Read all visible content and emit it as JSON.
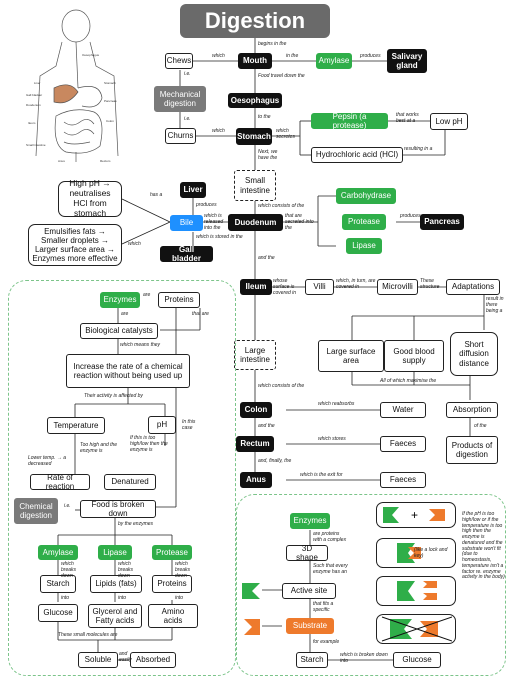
{
  "title": "Digestion",
  "nodes": {
    "mouth": "Mouth",
    "amylase_top": "Amylase",
    "salivary": "Salivary gland",
    "chews": "Chews",
    "mech": "Mechanical digestion",
    "oesophagus": "Oesophagus",
    "churns": "Churns",
    "stomach": "Stomach",
    "pepsin": "Pepsin (a protease)",
    "lowph": "Low pH",
    "hcl": "Hydrochloric acid (HCl)",
    "small_int": "Small intestine",
    "liver": "Liver",
    "bile": "Bile",
    "duodenum": "Duodenum",
    "gall": "Gall bladder",
    "carbo": "Carbohydrase",
    "protease_top": "Protease",
    "lipase_top": "Lipase",
    "pancreas": "Pancreas",
    "highph": "High pH → neutralises HCl from stomach",
    "emulsify": "Emulsifies fats → Smaller droplets → Larger surface area → Enzymes more effective",
    "ileum": "Ileum",
    "villi": "Villi",
    "microvilli": "Microvilli",
    "adapt": "Adaptations",
    "large_sa": "Large surface area",
    "blood": "Good blood supply",
    "short_diff": "Short diffusion distance",
    "large_int": "Large intestine",
    "colon": "Colon",
    "water": "Water",
    "absorption": "Absorption",
    "rectum": "Rectum",
    "faeces1": "Faeces",
    "products": "Products of digestion",
    "anus": "Anus",
    "faeces2": "Faeces",
    "enzymes_l": "Enzymes",
    "proteins_l": "Proteins",
    "bio_cat": "Biological catalysts",
    "increase": "Increase the rate of a chemical reaction without being used up",
    "temp": "Temperature",
    "ph": "pH",
    "rate": "Rate of reaction",
    "denatured": "Denatured",
    "chem_dig": "Chemical digestion",
    "food_broken": "Food is broken down",
    "amylase_b": "Amylase",
    "lipase_b": "Lipase",
    "protease_b": "Protease",
    "starch_b": "Starch",
    "lipids": "Lipids (fats)",
    "proteins_b": "Proteins",
    "glucose_b": "Glucose",
    "glycerol": "Glycerol and Fatty acids",
    "amino": "Amino acids",
    "soluble": "Soluble",
    "absorbed": "Absorbed",
    "enzymes_r": "Enzymes",
    "shape3d": "3D shape",
    "active": "Active site",
    "substrate": "Substrate",
    "starch_r": "Starch",
    "glucose_r": "Glucose",
    "plus": "+"
  },
  "labels": {
    "begins": "begins in the",
    "in_the": "in the",
    "produces1": "produces",
    "which1": "which",
    "ie1": "i.e.",
    "food_travel": "Food travel down the",
    "to_the": "to the",
    "ie2": "i.e.",
    "which2": "which",
    "which_secretes": "which secretes",
    "that_works": "that works best at a",
    "resulting": "resulting in a",
    "next": "Next, we have the",
    "consists": "which consists of the",
    "has_a": "has a",
    "produces2": "produces",
    "released": "which is released into the",
    "secreted": "that are secreted into the",
    "produces3": "produces",
    "stored": "which is stored in the",
    "which3": "which",
    "and_the1": "and the",
    "whose_surface": "whose surface is covered in",
    "which_turn": "which, in turn, are covered in",
    "these_structures": "These structure",
    "result_in": "result in there being a",
    "all_maximise": "All of which maximise the",
    "consists2": "which consists of the",
    "reabsorbs": "which reabsorbs",
    "and_the2": "and the",
    "of_the": "of the",
    "stores": "which stores",
    "and_finally": "and, finally, the",
    "exit": "which is the exit for",
    "are": "are",
    "that_are": "that are",
    "are2": "are",
    "means": "which means they",
    "affected": "Their activity is affected by",
    "too_high": "Too high and the enzyme is",
    "if_too": "If this is too high/low then the enzyme is",
    "lower_temp": "Lower temp. → a decreased",
    "in_this_case": "In this case",
    "ie3": "i.e.",
    "by_enzymes": "by the enzymes",
    "breaks1": "which breaks down",
    "breaks2": "which breaks down",
    "breaks3": "which breaks down",
    "into1": "into",
    "into2": "into",
    "into3": "into",
    "small_mol": "These small molecules are",
    "and_easily": "and easily",
    "are_proteins": "are proteins with a complex",
    "such_that": "Such that every enzyme has an",
    "that_fits": "that fits a specific",
    "for_example": "for example",
    "broken_into": "which is broken down into",
    "lock_key": "(like a lock and key)",
    "denature_note": "If the pH is too high/low or if the temperature is too high then the enzyme is denatured and the substrate won't fit (due to homeostasis, temperature isn't a factor re. enzyme activity in the body)",
    "diagram_labels": [
      "Oesophagus",
      "Liver",
      "Stomach",
      "Gall bladder",
      "Pancreas",
      "Duodenum",
      "Colon",
      "Ileum",
      "Small intestine",
      "Anus",
      "Rectum"
    ]
  },
  "colors": {
    "green": "#2fae49",
    "black": "#111111",
    "grey": "#7a7a7a",
    "blue": "#1e90ff",
    "orange": "#ee7a2c",
    "panel": "#7cc48a"
  }
}
